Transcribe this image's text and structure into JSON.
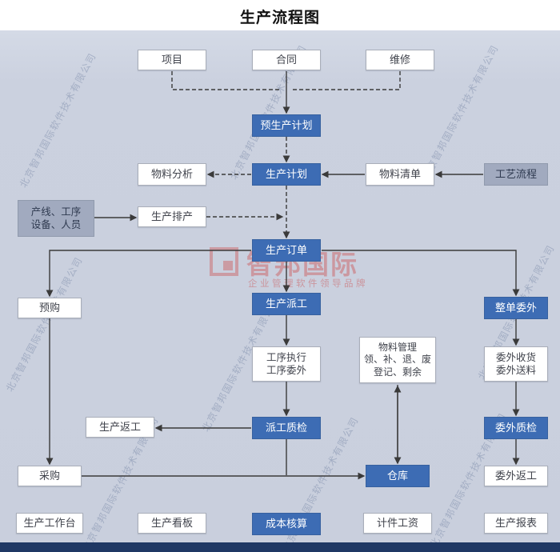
{
  "title": "生产流程图",
  "watermark": {
    "diagonal_text": "北京智邦国际软件技术有限公司",
    "logo_text": "智邦国际",
    "logo_tagline": "企业管理软件领导品牌"
  },
  "colors": {
    "canvas_bg": "#cbd1df",
    "node_blue": "#3d6cb4",
    "node_gray": "#a1aabf",
    "node_white": "#ffffff",
    "arrow": "#3a3a3a",
    "footer_bar": "#1f3864",
    "logo_red": "#cd4b4b"
  },
  "nodes": {
    "project": {
      "label": "项目"
    },
    "contract": {
      "label": "合同"
    },
    "repair": {
      "label": "维修"
    },
    "pre_production_plan": {
      "label": "预生产计划"
    },
    "material_analysis": {
      "label": "物料分析"
    },
    "production_plan": {
      "label": "生产计划"
    },
    "bom": {
      "label": "物料清单"
    },
    "process_route": {
      "label": "工艺流程"
    },
    "line_equipment": {
      "line1": "产线、工序",
      "line2": "设备、人员"
    },
    "production_scheduling": {
      "label": "生产排产"
    },
    "production_order": {
      "label": "生产订单"
    },
    "pre_purchase": {
      "label": "预购"
    },
    "production_dispatch": {
      "label": "生产派工"
    },
    "whole_outsourcing": {
      "label": "整单委外"
    },
    "process_execution": {
      "line1": "工序执行",
      "line2": "工序委外"
    },
    "material_management": {
      "line1": "物料管理",
      "line2": "领、补、退、废",
      "line3": "登记、剩余"
    },
    "outsourcing_receipt": {
      "line1": "委外收货",
      "line2": "委外送料"
    },
    "production_rework": {
      "label": "生产返工"
    },
    "dispatch_qc": {
      "label": "派工质检"
    },
    "outsourcing_qc": {
      "label": "委外质检"
    },
    "purchase": {
      "label": "采购"
    },
    "warehouse": {
      "label": "仓库"
    },
    "outsourcing_rework": {
      "label": "委外返工"
    },
    "production_workbench": {
      "label": "生产工作台"
    },
    "production_kanban": {
      "label": "生产看板"
    },
    "cost_accounting": {
      "label": "成本核算"
    },
    "piecework_wage": {
      "label": "计件工资"
    },
    "production_report": {
      "label": "生产报表"
    }
  }
}
